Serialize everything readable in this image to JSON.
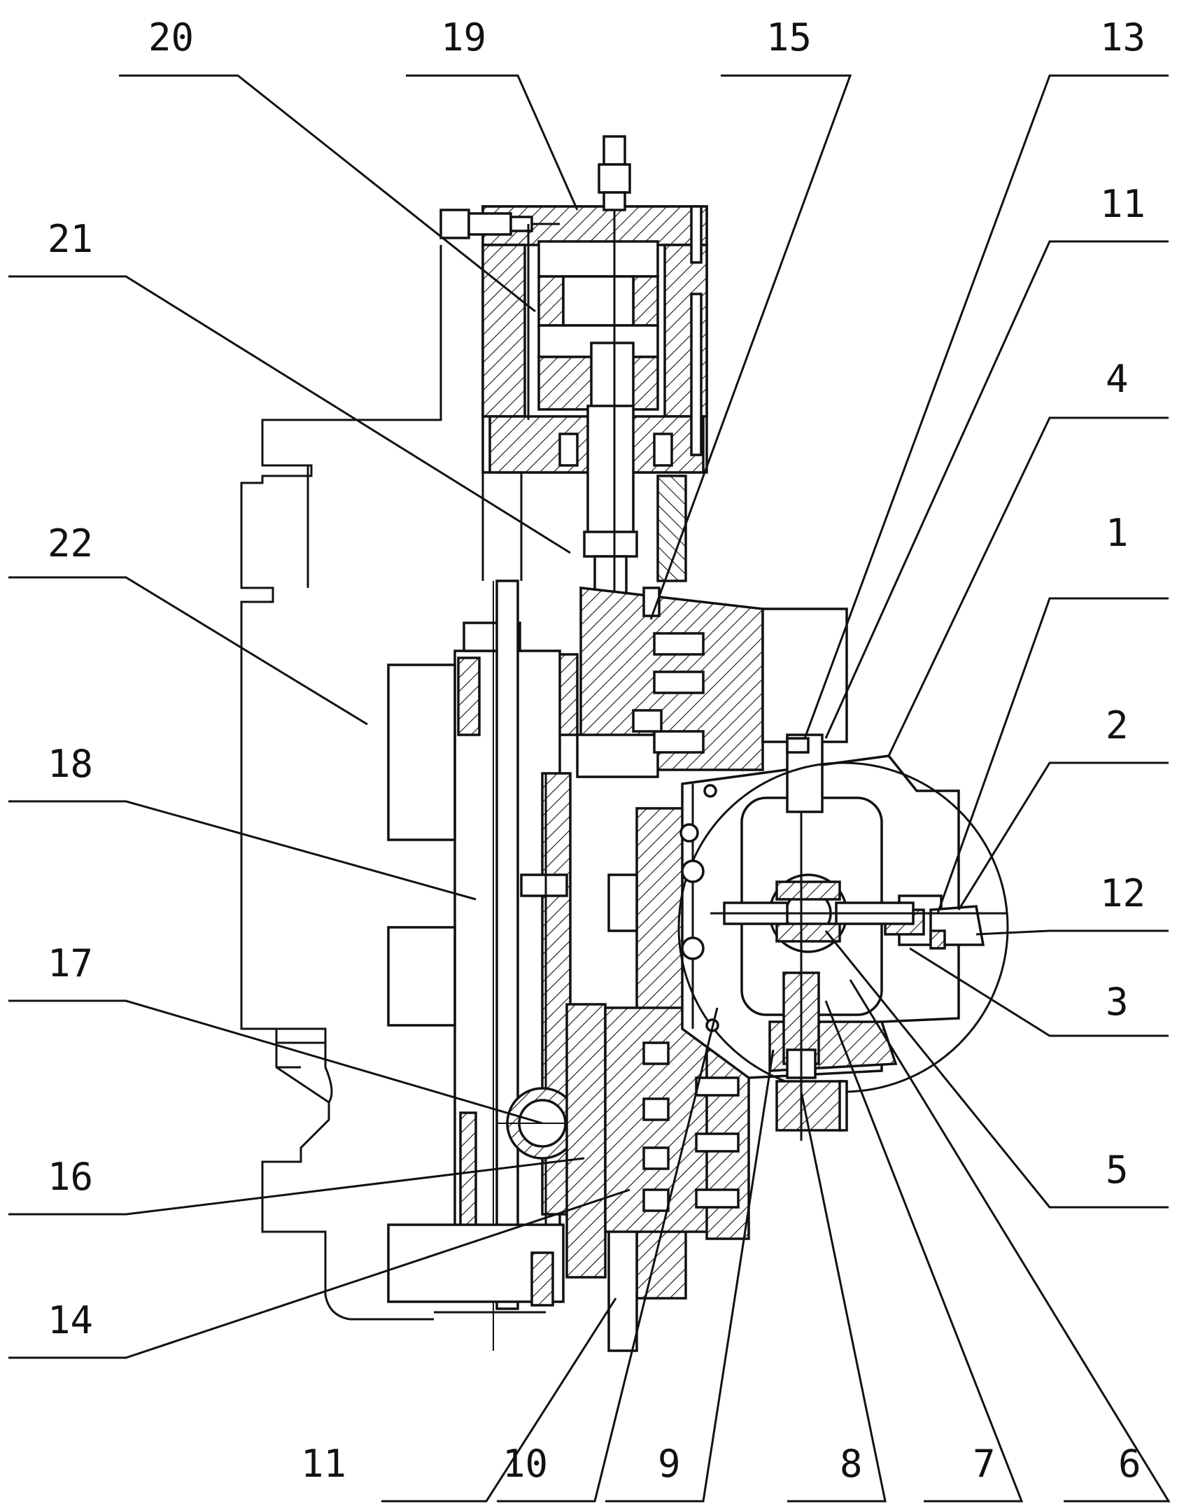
{
  "drawing": {
    "callouts": [
      {
        "id": "c20",
        "label": "20"
      },
      {
        "id": "c19",
        "label": "19"
      },
      {
        "id": "c15",
        "label": "15"
      },
      {
        "id": "c13",
        "label": "13"
      },
      {
        "id": "c21",
        "label": "21"
      },
      {
        "id": "c11a",
        "label": "11"
      },
      {
        "id": "c4",
        "label": "4"
      },
      {
        "id": "c22",
        "label": "22"
      },
      {
        "id": "c1",
        "label": "1"
      },
      {
        "id": "c2",
        "label": "2"
      },
      {
        "id": "c18",
        "label": "18"
      },
      {
        "id": "c12",
        "label": "12"
      },
      {
        "id": "c3",
        "label": "3"
      },
      {
        "id": "c17",
        "label": "17"
      },
      {
        "id": "c16",
        "label": "16"
      },
      {
        "id": "c5",
        "label": "5"
      },
      {
        "id": "c14",
        "label": "14"
      },
      {
        "id": "c11b",
        "label": "11"
      },
      {
        "id": "c10",
        "label": "10"
      },
      {
        "id": "c9",
        "label": "9"
      },
      {
        "id": "c8",
        "label": "8"
      },
      {
        "id": "c7",
        "label": "7"
      },
      {
        "id": "c6",
        "label": "6"
      }
    ],
    "colors": {
      "line": "#111111",
      "background": "#ffffff"
    }
  }
}
